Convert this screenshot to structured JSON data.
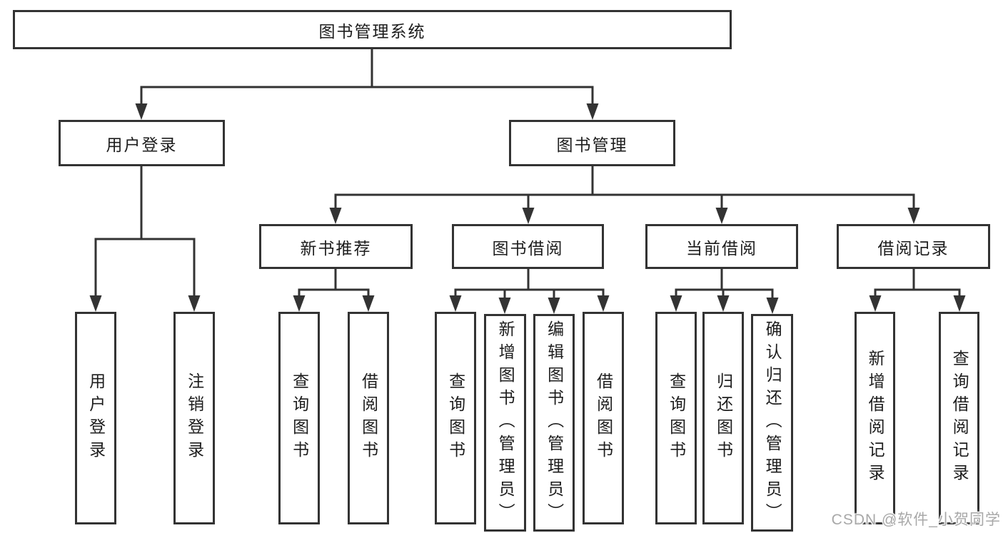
{
  "tree": {
    "root": {
      "label": "图书管理系统"
    },
    "children": [
      {
        "label": "用户登录",
        "children": [
          {
            "label": "用户登录"
          },
          {
            "label": "注销登录"
          }
        ]
      },
      {
        "label": "图书管理",
        "children": [
          {
            "label": "新书推荐",
            "children": [
              {
                "label": "查询图书"
              },
              {
                "label": "借阅图书"
              }
            ]
          },
          {
            "label": "图书借阅",
            "children": [
              {
                "label": "查询图书"
              },
              {
                "label": "新增图书（管理员）"
              },
              {
                "label": "编辑图书（管理员）"
              },
              {
                "label": "借阅图书"
              }
            ]
          },
          {
            "label": "当前借阅",
            "children": [
              {
                "label": "查询图书"
              },
              {
                "label": "归还图书"
              },
              {
                "label": "确认归还（管理员）"
              }
            ]
          },
          {
            "label": "借阅记录",
            "children": [
              {
                "label": "新增借阅记录"
              },
              {
                "label": "查询借阅记录"
              }
            ]
          }
        ]
      }
    ]
  },
  "watermark": {
    "text": "CSDN @软件_小贺同学"
  },
  "colors": {
    "line": "#333333",
    "box_border": "#333333",
    "text": "#1d1d1d",
    "background": "#ffffff",
    "watermark": "#a8a8a8"
  }
}
